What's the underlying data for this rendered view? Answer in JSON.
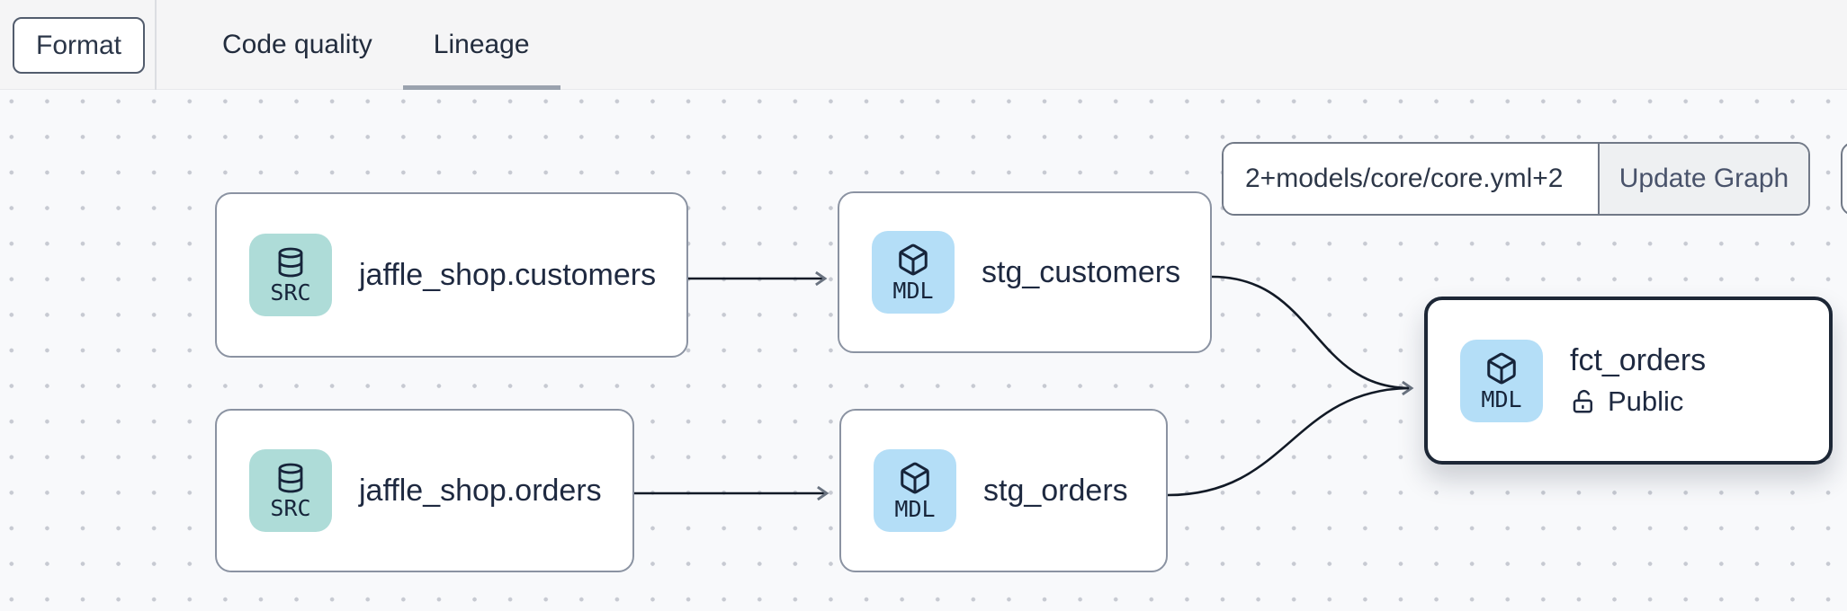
{
  "toolbar": {
    "format_button": "Format",
    "tabs": [
      {
        "label": "Code quality",
        "active": false
      },
      {
        "label": "Lineage",
        "active": true
      }
    ]
  },
  "graph_controls": {
    "selector_input_value": "2+models/core/core.yml+2",
    "update_button": "Update Graph"
  },
  "lineage_graph": {
    "nodes": [
      {
        "name": "jaffle_shop.customers",
        "badge": "SRC",
        "icon": "database-icon",
        "selected": false
      },
      {
        "name": "stg_customers",
        "badge": "MDL",
        "icon": "package-icon",
        "selected": false
      },
      {
        "name": "jaffle_shop.orders",
        "badge": "SRC",
        "icon": "database-icon",
        "selected": false
      },
      {
        "name": "stg_orders",
        "badge": "MDL",
        "icon": "package-icon",
        "selected": false
      },
      {
        "name": "fct_orders",
        "badge": "MDL",
        "icon": "package-icon",
        "access": "Public",
        "access_icon": "lock-open-icon",
        "selected": true
      }
    ],
    "edges": [
      {
        "from": "jaffle_shop.customers",
        "to": "stg_customers"
      },
      {
        "from": "jaffle_shop.orders",
        "to": "stg_orders"
      },
      {
        "from": "stg_customers",
        "to": "fct_orders"
      },
      {
        "from": "stg_orders",
        "to": "fct_orders"
      }
    ]
  },
  "colors": {
    "src_badge": "#aedcd8",
    "mdl_badge": "#b4def7",
    "node_border": "#8b93a2",
    "selected_node_border": "#1d2736",
    "edge_line": "#121a26",
    "arrowhead": "#6a7380",
    "tab_underline": "#9aa2ae",
    "topbar_bg": "#f5f5f6",
    "canvas_bg": "#f8f9fb",
    "text": "#1e2940"
  }
}
